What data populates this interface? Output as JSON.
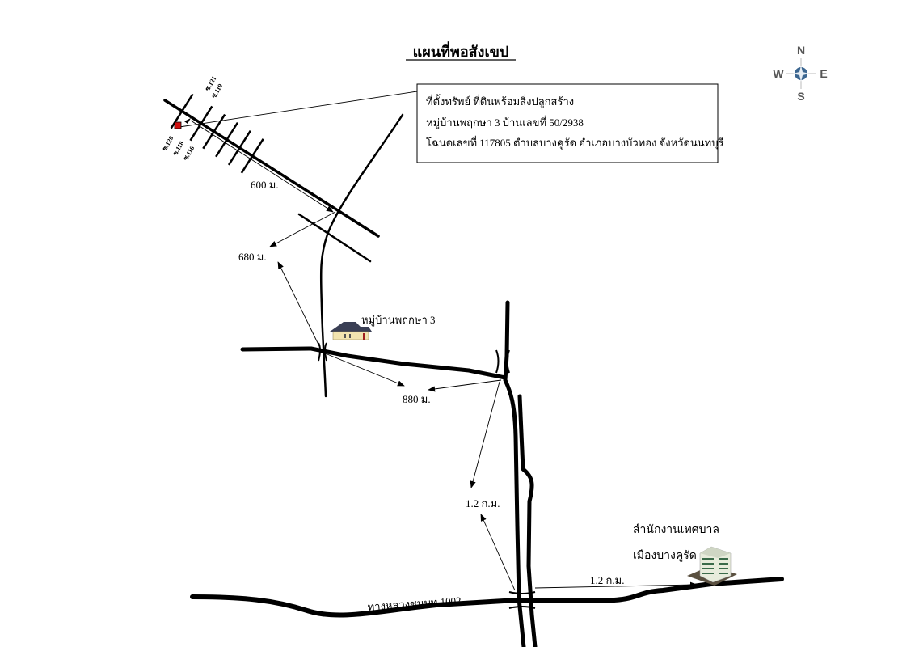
{
  "title": "แผนที่พอสังเขป",
  "info_box": {
    "line1": "ที่ตั้งทรัพย์ ที่ดินพร้อมสิ่งปลูกสร้าง",
    "line2": "หมู่บ้านพฤกษา 3  บ้านเลขที่ 50/2938",
    "line3": "โฉนดเลขที่ 117805  ตำบลบางคูรัด อำเภอบางบัวทอง จังหวัดนนทบุรี"
  },
  "compass": {
    "n": "N",
    "s": "S",
    "e": "E",
    "w": "W",
    "color": "#3c6690"
  },
  "soi_labels": {
    "s121": "ซ.121",
    "s119": "ซ.119",
    "s120": "ซ.120",
    "s118": "ซ.118",
    "s116": "ซ.116"
  },
  "distances": {
    "d600": "600 ม.",
    "d680": "680 ม.",
    "d880": "880 ม.",
    "d1200a": "1.2 ก.ม.",
    "d1200b": "1.2 ก.ม."
  },
  "landmarks": {
    "village": "หมู่บ้านพฤกษา 3",
    "office_line1": "สำนักงานเทศบาล",
    "office_line2": "เมืองบางคูรัด",
    "highway": "ทางหลวงชนบท 1002"
  },
  "colors": {
    "property_marker": "#d01010"
  }
}
